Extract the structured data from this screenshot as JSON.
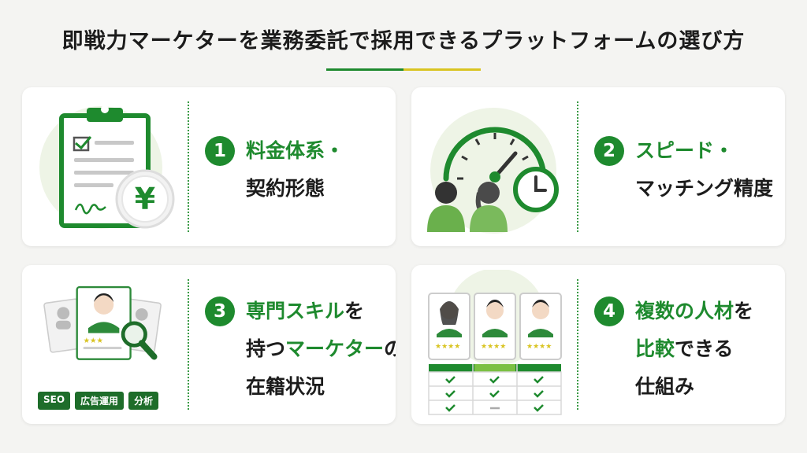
{
  "title": "即戦力マーケターを業務委託で採用できるプラットフォームの選び方",
  "colors": {
    "accent": "#1e8a2e",
    "accent_yellow": "#d9c422",
    "background": "#f4f4f2"
  },
  "cards": [
    {
      "number": "1",
      "line1": "料金体系・",
      "line2": "契約形態",
      "icon": "clipboard-yen-icon"
    },
    {
      "number": "2",
      "line1": "スピード・",
      "line2": "マッチング精度",
      "icon": "speedometer-clock-icon"
    },
    {
      "number": "3",
      "line1_green": "専門スキル",
      "line1_rest": "を",
      "line2_plain": "持つ",
      "line2_green": "マーケター",
      "line2_rest": "の",
      "line3": "在籍状況",
      "icon": "profile-magnifier-icon",
      "tags": [
        "SEO",
        "広告運用",
        "分析"
      ]
    },
    {
      "number": "4",
      "line1_green": "複数の人材",
      "line1_rest": "を",
      "line2_green": "比較",
      "line2_rest": "できる",
      "line3": "仕組み",
      "icon": "comparison-table-icon"
    }
  ]
}
